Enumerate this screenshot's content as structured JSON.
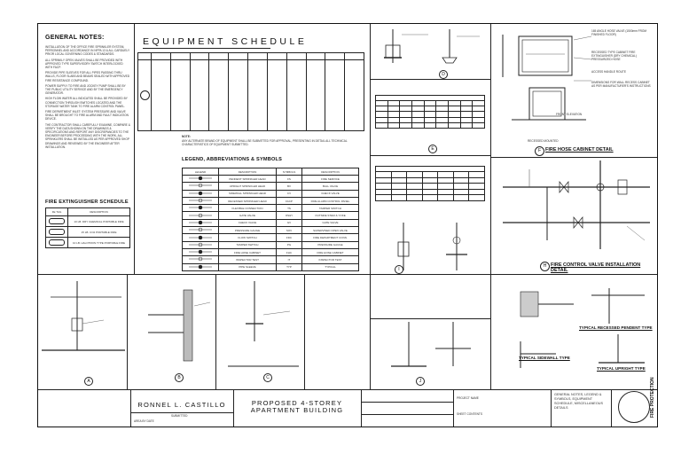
{
  "general_notes": {
    "title": "GENERAL NOTES:",
    "items": [
      "INSTALLATION OF THE OFFICE FIRE SPRINKLER SYSTEM, PERSONNEL AND ACCORDANCE IN NFPA 13 & ALL CARDUELY PRIOR LOCAL GOVERNING CODES & STANDARDS.",
      "ALL SPRINKLY OPEN VALVES SHALL BE PROVIDED WITH APPROVED TYPE SUPERVISORY SWITCH INTERLOCKED WITH FACP.",
      "PROVIDE PIPE SLEEVES FOR ALL PIPES PASSING THRU WALLS, FLOOR SLABS AND BEAMS SEALED WITH APPROVED FIRE RESISTANCE COMPOUND.",
      "POWER SUPPLY TO FIRE AND JOCKEY PUMP SHALL BE BY THE PUBLIC UTILITY SERVICE AND BY THE EMERGENCY GENERATOR.",
      "HIGH FLOW WATER ALL INDICATED SHALL BE PROVIDED BY CONNECTION THROUGH SWITCHES LOCATED AND THE STORAGE WATER TANK TO FIRE ALARM CONTROL PANEL.",
      "FIRE DEPARTMENT INLET: SYSTEM PRESSURE AND VALVE SHALL BE BROUGHT TO FIRE ALARM AND FAULT INDICATION DEVICE.",
      "THE CONTRACTOR SHALL CAREFULLY EXAMINE, COMPARE & VERIFY THE DATA SHOWN ON THE DRAWINGS & SPECIFICATIONS AND REPORT ANY DISCREPANCIES TO THE ENGINEER BEFORE PROCEEDING WITH THE WORK, ALL SPRINKLERS SHALL BE INSTALLED AS PER APPROVED SHOP DRAWINGS AND REVIEWED BY THE ENGINEER AFTER INSTALLATION."
    ]
  },
  "equipment_schedule": {
    "title": "EQUIPMENT SCHEDULE",
    "note_label": "NOTE:",
    "note_text": "ANY ALTERNATE BRAND OF EQUIPMENT SHALL BE SUBMITTED FOR APPROVAL, PRESENTING IN DETAIL ALL TECHNICAL CHARACTERISTICS OF EQUIPMENT SUBMITTED."
  },
  "legend": {
    "title": "LEGEND, ABBREVIATIONS & SYMBOLS",
    "headers": [
      "LEGEND",
      "DESCRIPTION",
      "SYMBOLS",
      "DESCRIPTION"
    ],
    "rows": [
      [
        "",
        "PENDENT SPRINKLER HEAD",
        "FS",
        "FIRE SERVICE"
      ],
      [
        "",
        "UPRIGHT SPRINKLER HEAD",
        "BV",
        "BALL VALVE"
      ],
      [
        "",
        "SIDEWALL SPRINKLER HEAD",
        "CV",
        "CHECK VALVE"
      ],
      [
        "",
        "RECESSED SPRINKLER HEAD",
        "FACP",
        "FIRE ALARM CONTROL PANEL"
      ],
      [
        "",
        "FLEXIBLE CONNECTION",
        "TS",
        "TAMPER SWITCH"
      ],
      [
        "",
        "GATE VALVE",
        "OS&Y",
        "OUTSIDE STEM & YOKE"
      ],
      [
        "",
        "CHECK VALVE",
        "GV",
        "GATE VALVE"
      ],
      [
        "",
        "PRESSURE GAUGE",
        "SOV",
        "SUPERVISED OPEN VALVE"
      ],
      [
        "",
        "FLOW SWITCH",
        "FDC",
        "FIRE DEPARTMENT CONN."
      ],
      [
        "",
        "TAMPER SWITCH",
        "PG",
        "PRESSURE GAUGE"
      ],
      [
        "",
        "FIRE HOSE CABINET",
        "FHC",
        "FIRE HOSE CABINET"
      ],
      [
        "",
        "INSPECTOR TEST",
        "IT",
        "INSPECTOR TEST"
      ],
      [
        "",
        "PIPE SLEEVE",
        "TYP",
        "TYPICAL"
      ]
    ]
  },
  "extinguisher_schedule": {
    "title": "FIRE EXTINGUISHER SCHEDULE",
    "headers": [
      "FE TAG",
      "DESCRIPTION"
    ],
    "rows": [
      "10 LB. DRY CHEMICAL PORTABLE FIRE",
      "15 LB. CO2 PORTABLE FIRE",
      "10 LB. HALOTRON TYPE PORTABLE FIRE"
    ]
  },
  "details": {
    "A": "A",
    "B": "B",
    "C": "C",
    "D": "D",
    "E": "E",
    "F": "F",
    "F_caption": "FIRE HOSE CABINET DETAIL",
    "H": "H",
    "H_caption": "FIRE CONTROL VALVE INSTALLATION DETAIL",
    "I": "I",
    "J": "J",
    "recessed_pendent": "TYPICAL RECESSED PENDENT TYPE",
    "sidewall": "TYPICAL SIDEWALL TYPE",
    "upright": "TYPICAL UPRIGHT TYPE",
    "front_elevation": "FRONT ELEVATION",
    "recessed_mounted": "RECESSED MOUNTED"
  },
  "hose_cabinet_notes": [
    "165 ANGLE HOSE VALVE (1500mm FROM FINISHED FLOOR)",
    "RECESSED TYPE CABINET FIRE EXTINGUISHER (DRY CHEMICAL) PRESSURIZED HOSE",
    "ACCESS HANDLE ROUTE",
    "DIMENSIONS FOR WALL RECESS CABINET AS PER MANUFACTURER'S INSTRUCTIONS"
  ],
  "title_block": {
    "designer": "RONNEL L. CASTILLO",
    "project": "PROPOSED 4-STOREY\nAPARTMENT BUILDING",
    "sheet_contents": "GENERAL NOTES, LEGEND & SYMBOLS, EQUIPMENT SCHEDULE, MISCELLANEOUS DETAILS",
    "sheet_label": "FIRE PROTECTION",
    "small_labels": [
      "SUBMITTED",
      "PROJECT NAME",
      "SHEET CONTENTS",
      "AREA BY DATE"
    ]
  }
}
